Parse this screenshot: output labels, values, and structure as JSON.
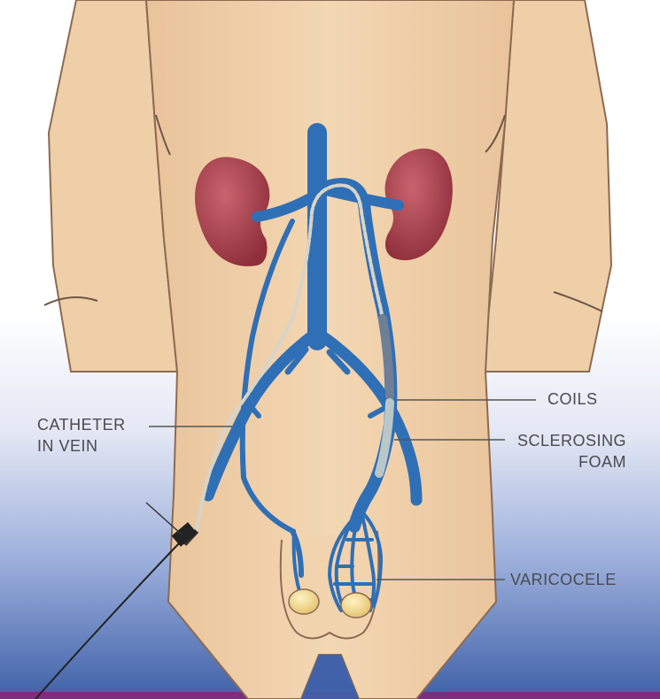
{
  "labels": {
    "catheter_line1": "CATHETER",
    "catheter_line2": "IN VEIN",
    "coils": "COILS",
    "sclerosing_line1": "SCLEROSING",
    "sclerosing_line2": "FOAM",
    "varicocele": "VARICOCELE"
  },
  "colors": {
    "skin": "#efcfa8",
    "skin_shadow": "#d9ab78",
    "outline": "#8d6a52",
    "vein": "#2f6fb5",
    "vein_dark": "#1f4f8a",
    "kidney": "#9e3b47",
    "kidney_light": "#c75e68",
    "background_bottom": "#3f61a8",
    "leader_line": "#555555"
  }
}
